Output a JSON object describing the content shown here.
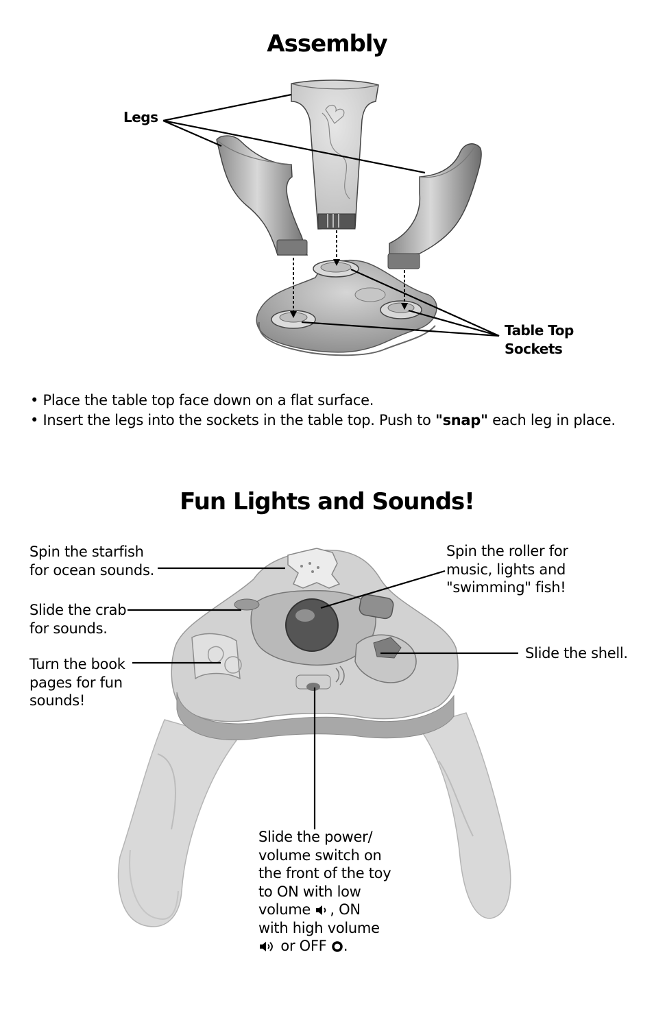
{
  "assembly": {
    "title": "Assembly",
    "legs_label": "Legs",
    "sockets_label_line1": "Table Top",
    "sockets_label_line2": "Sockets",
    "bullet1": "• Place the table top face down on a flat surface.",
    "bullet2_pre": "• Insert the legs into the sockets in the table top. Push to ",
    "bullet2_bold": "\"snap\"",
    "bullet2_post": " each leg in place."
  },
  "fun": {
    "title": "Fun Lights and Sounds!",
    "starfish_line1": "Spin the starfish",
    "starfish_line2": "for ocean sounds.",
    "crab_line1": "Slide the crab",
    "crab_line2": "for sounds.",
    "book_line1": "Turn the book",
    "book_line2": "pages for fun",
    "book_line3": "sounds!",
    "roller_line1": "Spin the roller for",
    "roller_line2": "music, lights and",
    "roller_line3": "\"swimming\" fish!",
    "shell": "Slide the shell.",
    "power_line1": "Slide the power/",
    "power_line2": "volume switch on",
    "power_line3": "the front of the toy",
    "power_line4": "to ON with low",
    "power_line5_pre": "volume",
    "power_line5_post": ", ON",
    "power_line6": "with high volume",
    "power_line7_mid": "or OFF",
    "power_line7_end": "."
  },
  "icons": [
    "low-volume-icon",
    "high-volume-icon",
    "off-icon"
  ]
}
